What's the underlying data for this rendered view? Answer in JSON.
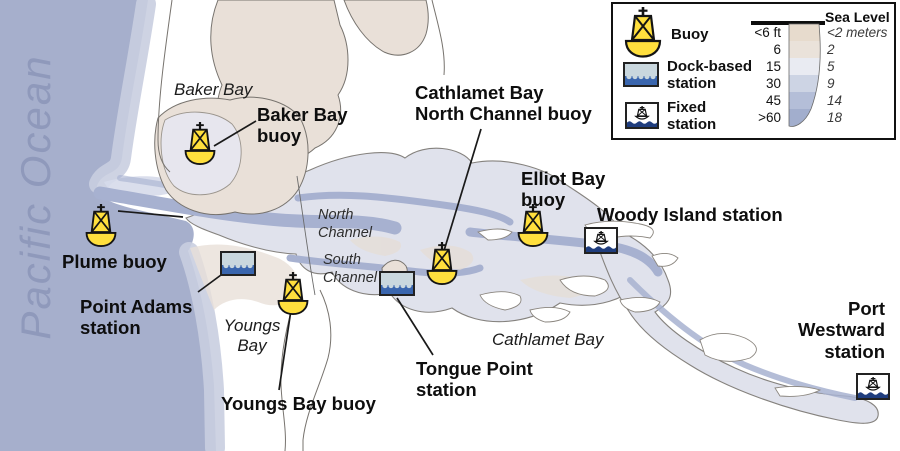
{
  "ocean": {
    "label": "Pacific Ocean"
  },
  "places": {
    "baker_bay": "Baker Bay",
    "youngs_bay": "Youngs\nBay",
    "north_channel": "North\nChannel",
    "south_channel": "South\nChannel",
    "cathlamet_bay": "Cathlamet Bay"
  },
  "markers": {
    "plume_buoy": {
      "label": "Plume buoy",
      "type": "buoy"
    },
    "baker_bay_buoy": {
      "label": "Baker Bay\nbuoy",
      "type": "buoy"
    },
    "youngs_bay_buoy": {
      "label": "Youngs Bay buoy",
      "type": "buoy"
    },
    "cathlamet_bay_north_channel_buoy": {
      "label": "Cathlamet Bay\nNorth Channel buoy",
      "type": "buoy"
    },
    "elliot_bay_buoy": {
      "label": "Elliot Bay\nbuoy",
      "type": "buoy"
    },
    "point_adams_station": {
      "label": "Point Adams\nstation",
      "type": "dock-based station"
    },
    "tongue_point_station": {
      "label": "Tongue Point\nstation",
      "type": "dock-based station"
    },
    "woody_island_station": {
      "label": "Woody Island station",
      "type": "fixed station"
    },
    "port_westward_station": {
      "label": "Port\nWestward\nstation",
      "type": "fixed station"
    }
  },
  "legend": {
    "items": [
      {
        "label": "Buoy",
        "icon": "buoy-icon"
      },
      {
        "label": "Dock-based station",
        "icon": "dock-station-icon"
      },
      {
        "label": "Fixed station",
        "icon": "fixed-station-icon"
      }
    ],
    "depth_scale": {
      "title": "Sea Level",
      "rows": [
        {
          "ft": "<6 ft",
          "meters": "<2 meters",
          "color": "#e7dbcd"
        },
        {
          "ft": "6",
          "meters": "2",
          "color": "#eae2da"
        },
        {
          "ft": "15",
          "meters": "5",
          "color": "#e9ebf2"
        },
        {
          "ft": "30",
          "meters": "9",
          "color": "#cdd4e4"
        },
        {
          "ft": "45",
          "meters": "14",
          "color": "#b4bed8"
        },
        {
          "ft": ">60",
          "meters": "18",
          "color": "#a2aecd"
        }
      ]
    }
  },
  "colors": {
    "ocean": "#a6afcc",
    "coast_shallow": "#c9cee0",
    "estuary": "#e0e2ec",
    "channel": "#a7b1d0",
    "land_tan": "#e9e0d8",
    "buoy_yellow": "#ffdf3d",
    "station_blue": "#3a66ae",
    "water_dark_blue": "#1f3d7e"
  }
}
